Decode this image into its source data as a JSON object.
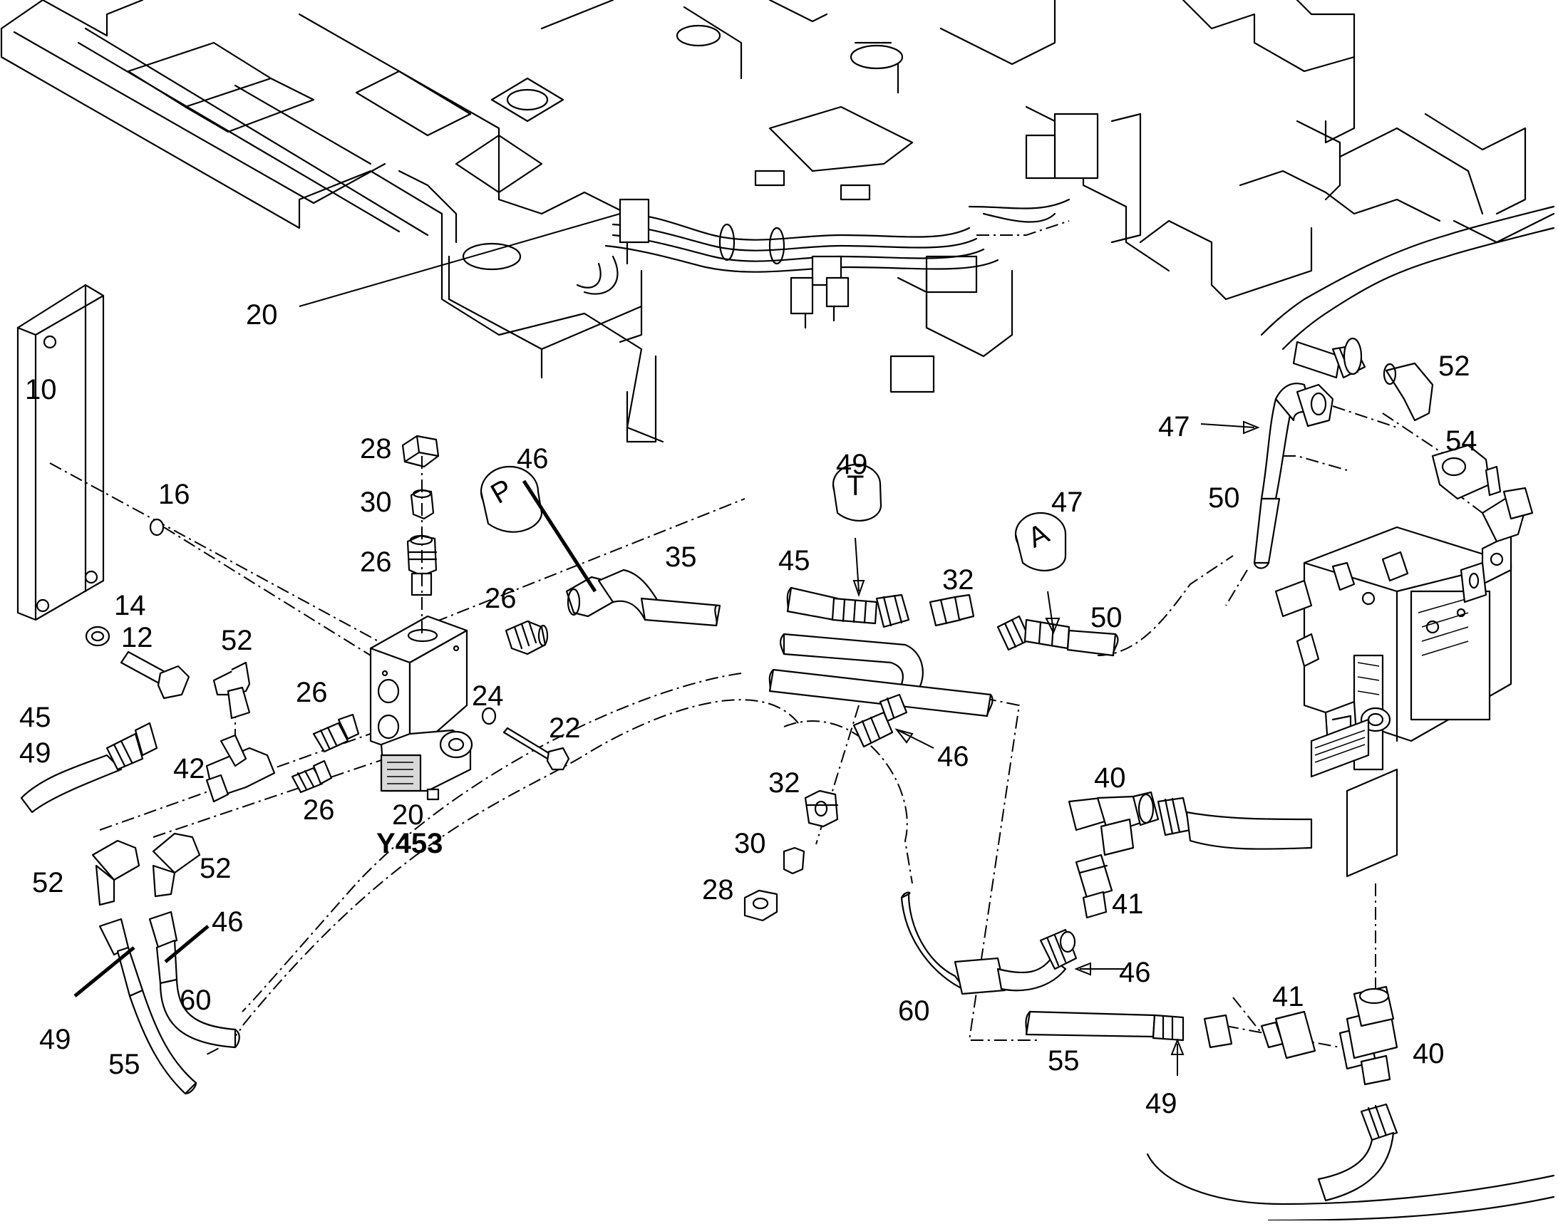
{
  "callouts": {
    "c10": "10",
    "c12": "12",
    "c14": "14",
    "c16": "16",
    "c20_top": "20",
    "c20_valve": "20",
    "c22": "22",
    "c24": "24",
    "c26_a": "26",
    "c26_b": "26",
    "c26_c": "26",
    "c26_d": "26",
    "c28_a": "28",
    "c28_b": "28",
    "c30_a": "30",
    "c30_b": "30",
    "c32_a": "32",
    "c32_b": "32",
    "c35": "35",
    "c40_a": "40",
    "c40_b": "40",
    "c41_a": "41",
    "c41_b": "41",
    "c42": "42",
    "c45_a": "45",
    "c45_b": "45",
    "c46_a": "46",
    "c46_b": "46",
    "c46_c": "46",
    "c46_d": "46",
    "c47_a": "47",
    "c47_b": "47",
    "c49_a": "49",
    "c49_b": "49",
    "c49_c": "49",
    "c49_d": "49",
    "c50_a": "50",
    "c50_b": "50",
    "c52_a": "52",
    "c52_b": "52",
    "c52_c": "52",
    "c52_d": "52",
    "c54": "54",
    "c55_a": "55",
    "c55_b": "55",
    "c60_a": "60",
    "c60_b": "60"
  },
  "designation": "Y453",
  "tag_labels": {
    "p": "P",
    "t": "T",
    "a": "A"
  }
}
